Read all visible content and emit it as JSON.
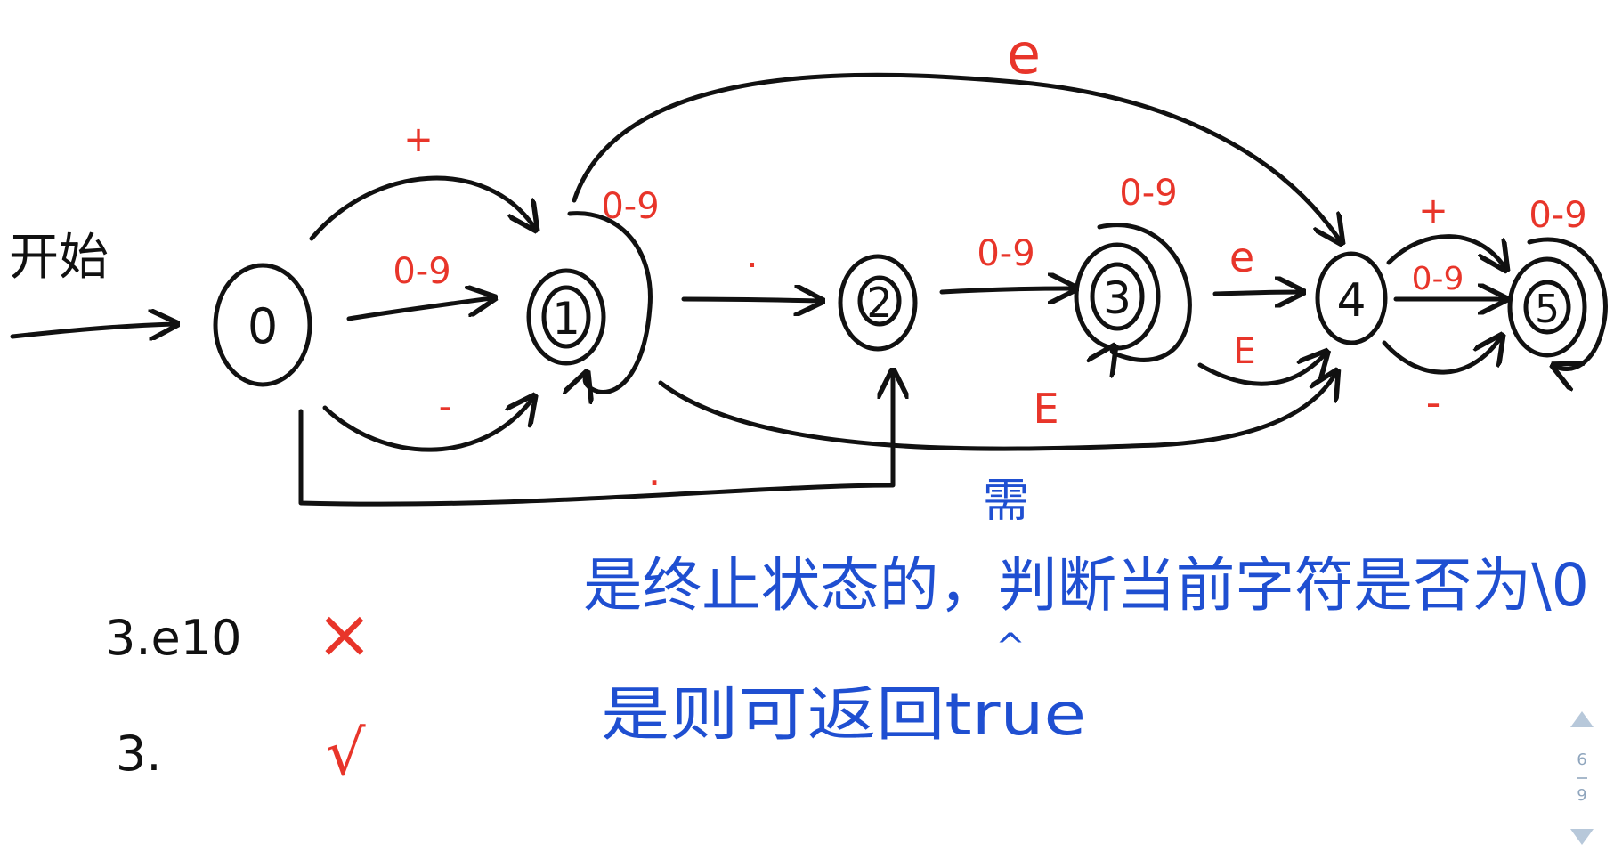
{
  "start_label": "开始",
  "states": [
    {
      "label": "0",
      "accepting": false
    },
    {
      "label": "1",
      "accepting": true
    },
    {
      "label": "2",
      "accepting": false
    },
    {
      "label": "3",
      "accepting": true
    },
    {
      "label": "4",
      "accepting": false
    },
    {
      "label": "5",
      "accepting": true
    }
  ],
  "edge_labels": {
    "plus_0_1": "+",
    "digits_0_1": "0-9",
    "minus_0_1": "-",
    "dot_0_2": ".",
    "loop_1": "0-9",
    "dot_1_2": ".",
    "e_1_4": "e",
    "E_1_4": "E",
    "digits_2_3": "0-9",
    "loop_3": "0-9",
    "e_3_4": "e",
    "E_3_4": "E",
    "plus_4_5": "+",
    "digits_4_5": "0-9",
    "minus_4_5": "-",
    "loop_5": "0-9"
  },
  "notes": {
    "line1": "是终止状态的，判断当前字符是否为\\0",
    "insert_mark": "^",
    "insert_word": "需",
    "line2": "是则可返回true"
  },
  "examples": [
    {
      "text": "3.e10",
      "verdict": "×"
    },
    {
      "text": "3.",
      "verdict": "√"
    }
  ],
  "pager": {
    "current": "6",
    "total": "9"
  },
  "colors": {
    "ink": "#111111",
    "red": "#e8352a",
    "blue": "#1f4fd1",
    "pager": "#b7c8da"
  }
}
